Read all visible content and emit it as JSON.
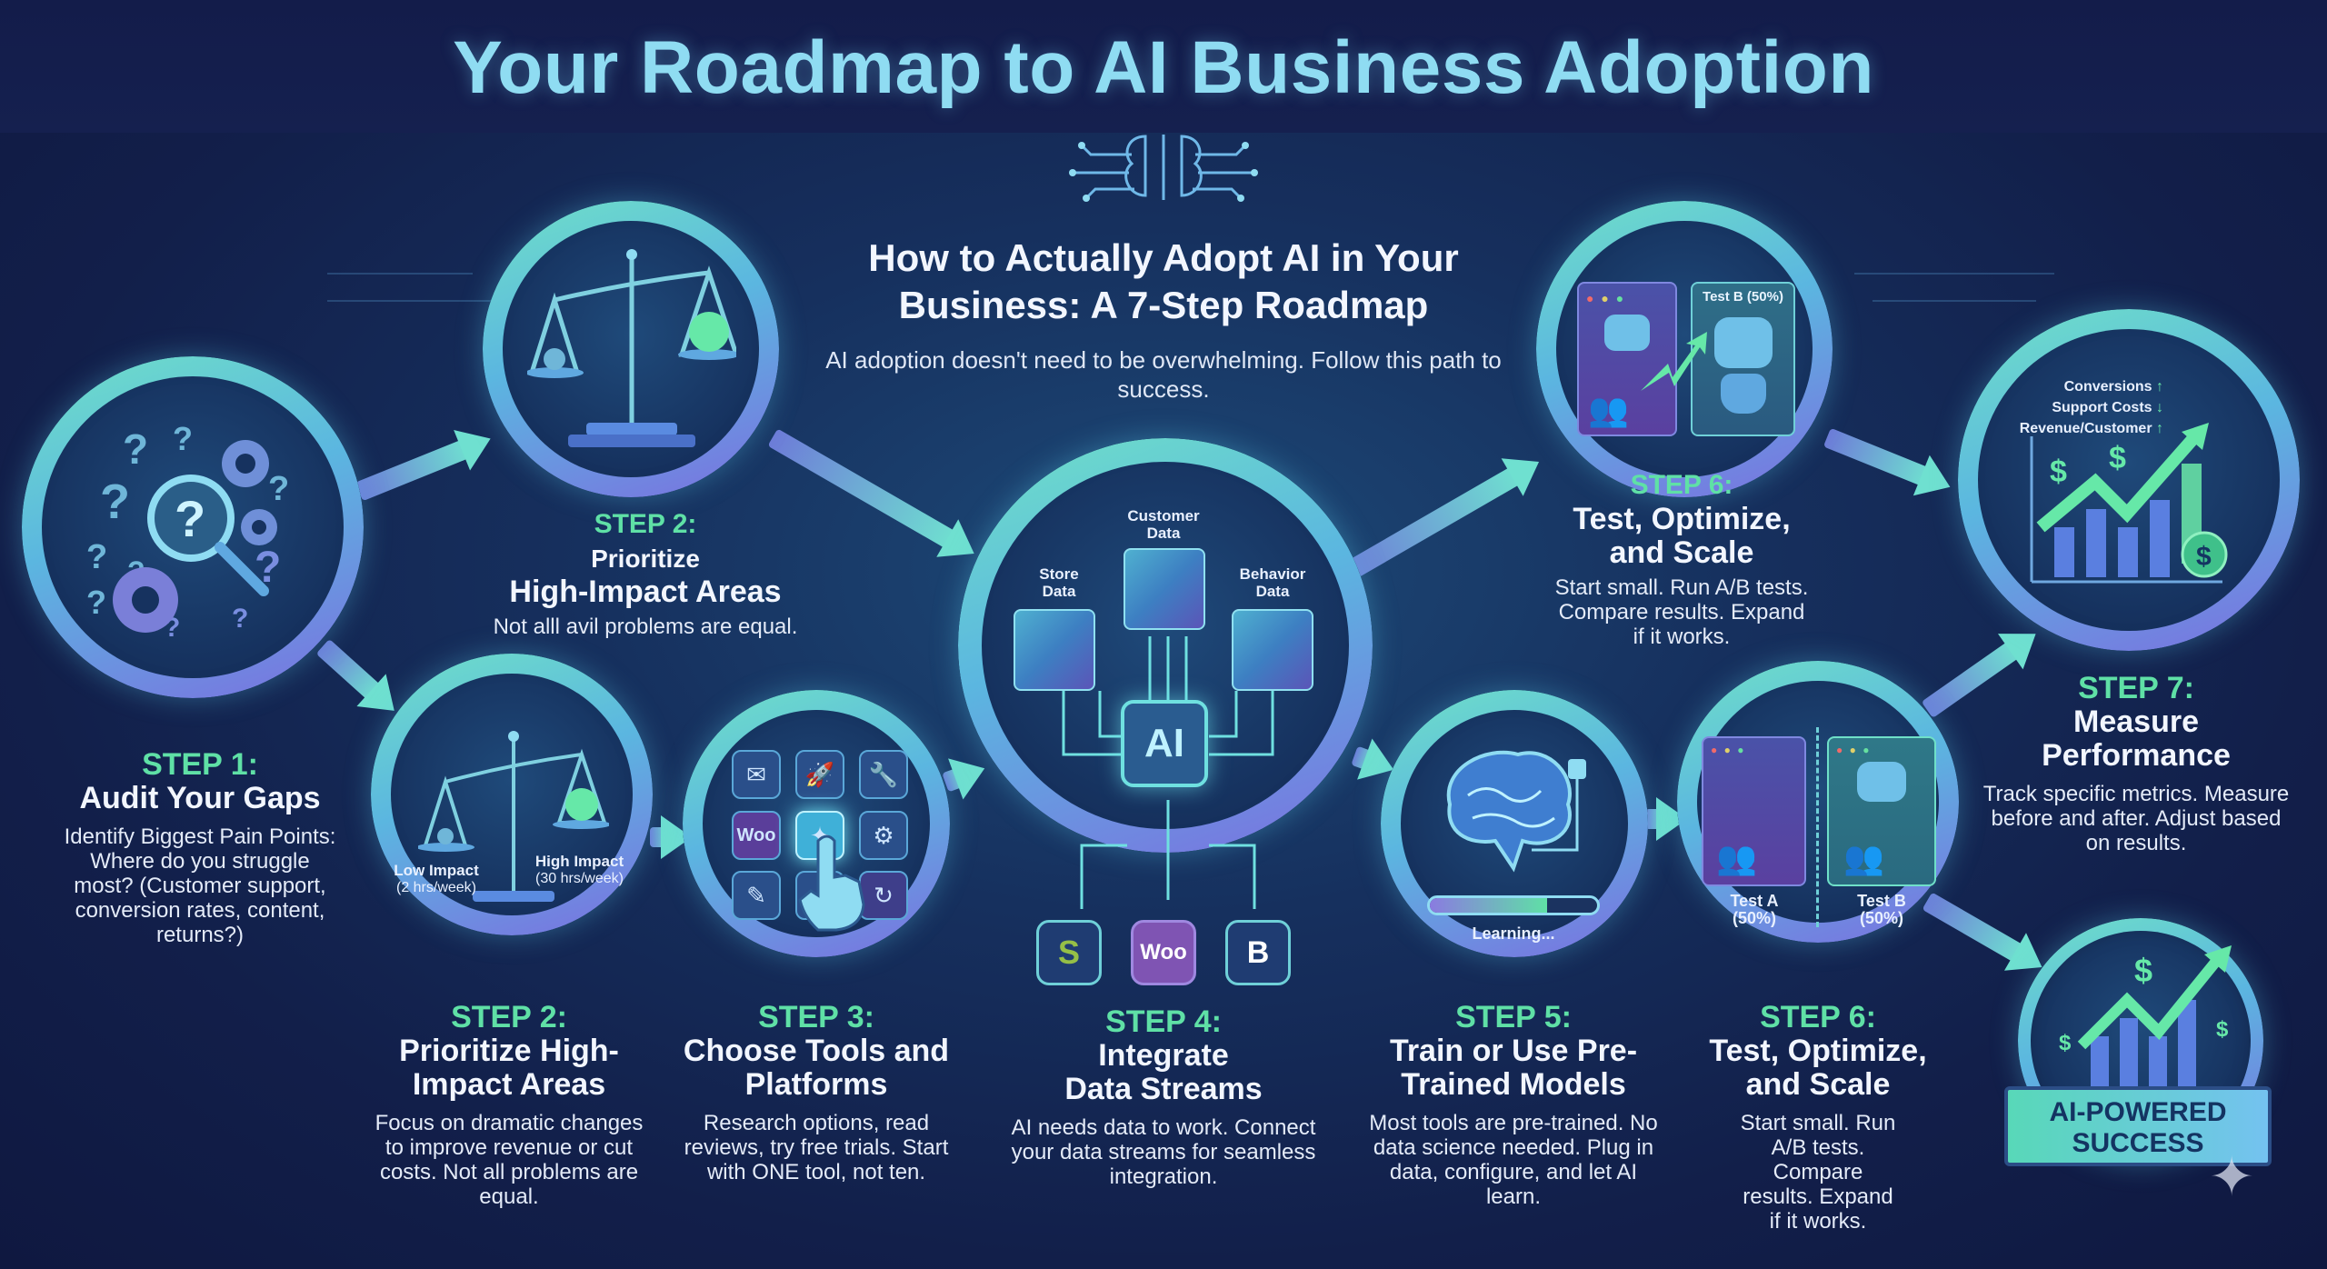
{
  "header": {
    "title": "Your Roadmap to AI Business Adoption"
  },
  "intro": {
    "title": "How to Actually Adopt AI in Your Business: A 7-Step Roadmap",
    "description": "AI adoption doesn't need to be overwhelming. Follow this path to success."
  },
  "colors": {
    "background": "#16305e",
    "title": "#8fdcf2",
    "step_label": "#5fe0a6",
    "ring_start": "#6fe0c8",
    "ring_end": "#7b6fe0"
  },
  "steps": {
    "step1": {
      "label": "STEP 1:",
      "title": "Audit Your Gaps",
      "description": "Identify Biggest Pain Points: Where do you struggle most? (Customer support, conversion rates, content, returns?)",
      "icons": [
        "magnifier-icon",
        "question-mark-icon",
        "gear-icon",
        "broken-gear-icon"
      ]
    },
    "step2_top": {
      "label": "STEP 2:",
      "title_line1": "Prioritize",
      "title_line2": "High-Impact Areas",
      "description": "Not alll avil problems are equal."
    },
    "step2_bottom": {
      "label": "STEP 2:",
      "title": "Prioritize High-Impact Areas",
      "description": "Focus on dramatic changes to improve revenue or cut costs. Not all problems are equal.",
      "scale": {
        "low_label": "Low Impact",
        "low_sub": "(2 hrs/week)",
        "high_label": "High Impact",
        "high_sub": "(30 hrs/week)"
      }
    },
    "step3": {
      "label": "STEP 3:",
      "title": "Choose Tools and Platforms",
      "description": "Research options, read reviews, try free trials. Start with ONE tool, not ten.",
      "tiles": [
        "✉",
        "🚀",
        "🔧",
        "Woo",
        "✦",
        "⚙",
        "✎",
        "",
        "↻"
      ]
    },
    "step4": {
      "label": "STEP 4:",
      "title_line1": "Integrate",
      "title_line2": "Data Streams",
      "description": "AI needs data to work. Connect your data streams for seamless integration.",
      "sources": [
        {
          "label_line1": "Store",
          "label_line2": "Data"
        },
        {
          "label_line1": "Customer",
          "label_line2": "Data"
        },
        {
          "label_line1": "Behavior",
          "label_line2": "Data"
        }
      ],
      "chip_label": "AI",
      "platforms": [
        {
          "name": "shopify",
          "glyph": "S",
          "color": "#95bf47"
        },
        {
          "name": "woocommerce",
          "glyph": "Woo",
          "color": "#7f54b3"
        },
        {
          "name": "bigcommerce",
          "glyph": "B",
          "color": "#ffffff"
        }
      ]
    },
    "step5": {
      "label": "STEP 5:",
      "title": "Train or Use Pre-Trained Models",
      "description": "Most tools are pre-trained. No data science needed. Plug in data, configure, and let AI learn.",
      "progress_label": "Learning...",
      "progress_percent": 70
    },
    "step6_top": {
      "label": "STEP 6:",
      "title_line1": "Test, Optimize,",
      "title_line2": "and Scale",
      "description": "Start small. Run A/B tests. Compare results. Expand if it works.",
      "panel_label": "Test B (50%)"
    },
    "step6_bottom": {
      "label": "STEP 6:",
      "title_line1": "Test, Optimize,",
      "title_line2": "and Scale",
      "description": "Start small. Run A/B tests. Compare results. Expand if it works.",
      "test_a": "Test A",
      "test_a_split": "(50%)",
      "test_b": "Test B",
      "test_b_split": "(50%)"
    },
    "step7": {
      "label": "STEP 7:",
      "title_line1": "Measure",
      "title_line2": "Performance",
      "description": "Track specific metrics. Measure before and after. Adjust based on results.",
      "metrics": [
        {
          "name": "Conversions",
          "trend": "↑"
        },
        {
          "name": "Support Costs",
          "trend": "↓"
        },
        {
          "name": "Revenue/Customer",
          "trend": "↑"
        }
      ]
    }
  },
  "success_badge": {
    "line1": "AI-POWERED",
    "line2": "SUCCESS"
  }
}
